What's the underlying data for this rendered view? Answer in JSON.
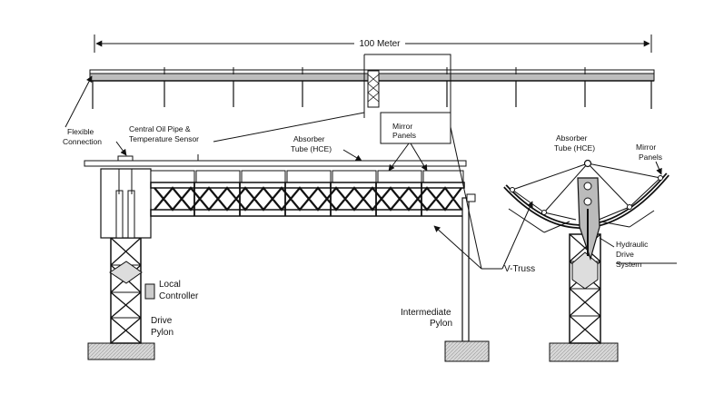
{
  "labels": {
    "length": "100 Meter",
    "flexible_1": "Flexible",
    "flexible_2": "Connection",
    "oil_1": "Central Oil Pipe &",
    "oil_2": "Temperature Sensor",
    "absorber_1": "Absorber",
    "absorber_2": "Tube (HCE)",
    "mirror_1": "Mirror",
    "mirror_2": "Panels",
    "local_1": "Local",
    "local_2": "Controller",
    "drive_1": "Drive",
    "drive_2": "Pylon",
    "intermediate_1": "Intermediate",
    "intermediate_2": "Pylon",
    "vtruss": "V-Truss",
    "side_absorber_1": "Absorber",
    "side_absorber_2": "Tube (HCE)",
    "side_mirror_1": "Mirror",
    "side_mirror_2": "Panels",
    "hydraulic_1": "Hydraulic",
    "hydraulic_2": "Drive",
    "hydraulic_3": "System"
  }
}
